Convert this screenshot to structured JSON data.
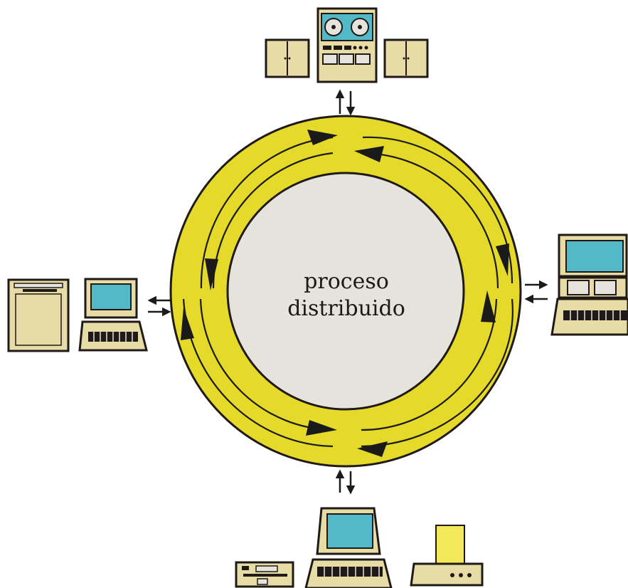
{
  "center_label": {
    "line1": "proceso",
    "line2": "distribuido"
  },
  "colors": {
    "ring": "#E5D92A",
    "center": "#E6E3DC",
    "device_body": "#E8DCA6",
    "screen": "#53B8C7",
    "outline": "#1f1a17",
    "arrow": "#1a1a1a",
    "paper": "#F2E85A",
    "background": "#FFFFFF"
  },
  "nodes": [
    {
      "id": "top",
      "icons": [
        "cabinet-icon",
        "tape-drive-icon",
        "cabinet-icon"
      ]
    },
    {
      "id": "left",
      "icons": [
        "disk-unit-icon",
        "terminal-icon"
      ]
    },
    {
      "id": "right",
      "icons": [
        "terminal-icon"
      ]
    },
    {
      "id": "bottom",
      "icons": [
        "card-reader-icon",
        "terminal-icon",
        "printer-icon"
      ]
    }
  ]
}
